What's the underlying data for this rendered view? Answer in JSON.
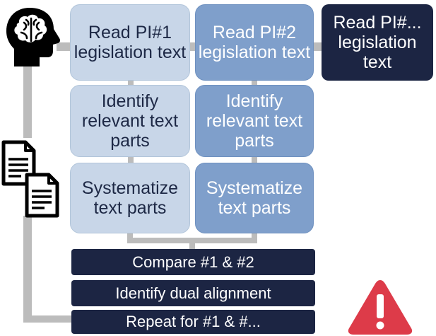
{
  "process": {
    "columns": [
      {
        "step_read": "Read PI#1 legislation text",
        "step_identify": "Identify relevant text parts",
        "step_systematize": "Systematize text parts"
      },
      {
        "step_read": "Read PI#2 legislation text",
        "step_identify": "Identify relevant text parts",
        "step_systematize": "Systematize text parts"
      },
      {
        "step_read": "Read PI#... legislation text"
      }
    ],
    "bars": {
      "compare": "Compare #1 & #2",
      "dual_alignment": "Identify dual alignment",
      "repeat": "Repeat for #1 & #..."
    }
  },
  "icons": {
    "head": "head-brain-icon",
    "documents": "documents-icon",
    "warning": "warning-icon"
  },
  "colors": {
    "light_box": "#c8d6e8",
    "mid_box": "#7f9fcb",
    "dark_box": "#1c2543",
    "connector": "#bcbcbc",
    "warning": "#dd3b49"
  }
}
